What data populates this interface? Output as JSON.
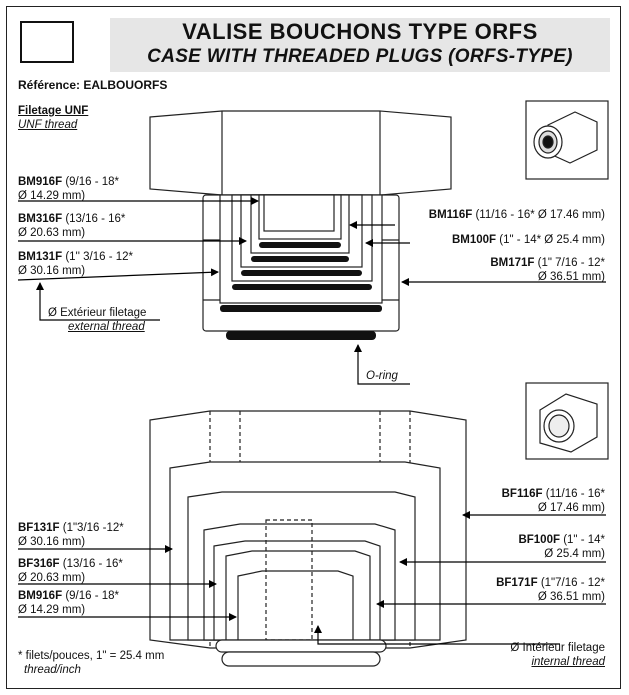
{
  "title": "VALISE BOUCHONS TYPE ORFS",
  "subtitle": "CASE WITH THREADED PLUGS (ORFS-TYPE)",
  "reference": "Référence: EALBOUORFS",
  "top_section": {
    "heading_fr": "Filetage UNF",
    "heading_en": "UNF thread",
    "left_labels": [
      {
        "code": "BM916F",
        "spec": "(9/16 - 18*",
        "dia": "Ø 14.29 mm)"
      },
      {
        "code": "BM316F",
        "spec": "(13/16 - 16*",
        "dia": "Ø 20.63 mm)"
      },
      {
        "code": "BM131F",
        "spec": "(1'' 3/16 - 12*",
        "dia": "Ø 30.16 mm)"
      }
    ],
    "right_labels": [
      {
        "code": "BM116F",
        "spec": "(11/16 - 16* Ø 17.46 mm)"
      },
      {
        "code": "BM100F",
        "spec": "(1\" - 14* Ø 25.4 mm)"
      },
      {
        "code": "BM171F",
        "spec": "(1\" 7/16 - 12*",
        "dia": "Ø 36.51 mm)"
      }
    ],
    "ext_fr": "Ø Extérieur filetage",
    "ext_en": "external thread",
    "oring": "O-ring"
  },
  "bottom_section": {
    "left_labels": [
      {
        "code": "BF131F",
        "spec": "(1\"3/16 -12*",
        "dia": "Ø 30.16 mm)"
      },
      {
        "code": "BF316F",
        "spec": "(13/16 - 16*",
        "dia": "Ø 20.63 mm)"
      },
      {
        "code": "BM916F",
        "spec": "(9/16 - 18*",
        "dia": "Ø 14.29 mm)"
      }
    ],
    "right_labels": [
      {
        "code": "BF116F",
        "spec": "(11/16 - 16*",
        "dia": "Ø 17.46 mm)"
      },
      {
        "code": "BF100F",
        "spec": "(1\" - 14*",
        "dia": "Ø 25.4 mm)"
      },
      {
        "code": "BF171F",
        "spec": "(1\"7/16 - 12*",
        "dia": "Ø 36.51 mm)"
      }
    ],
    "int_fr": "Ø Intérieur filetage",
    "int_en": "internal thread"
  },
  "footnote_fr": "* filets/pouces, 1\" = 25.4 mm",
  "footnote_en": "thread/inch"
}
